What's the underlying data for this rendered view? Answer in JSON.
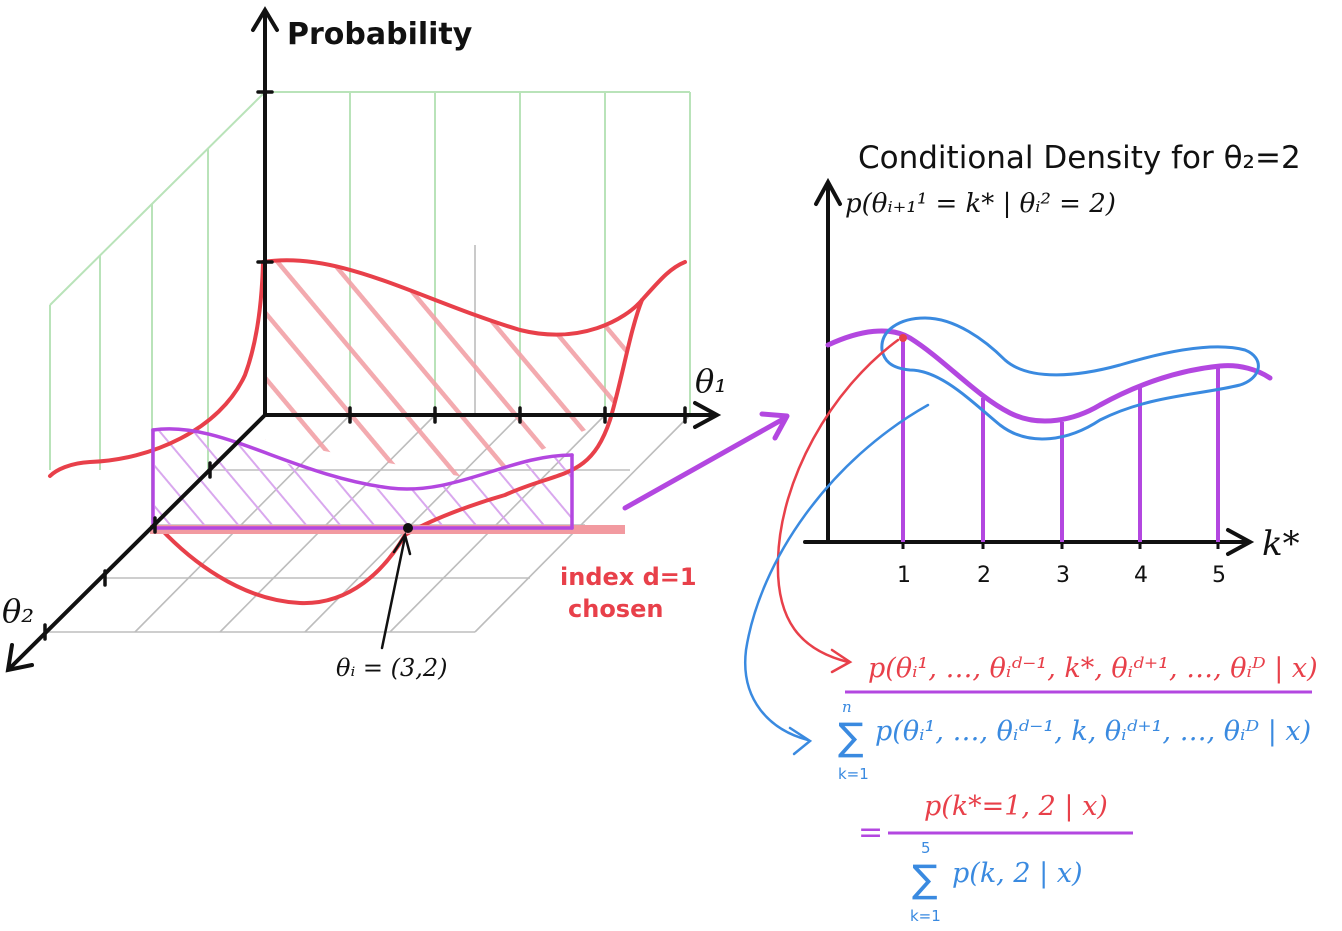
{
  "left_plot": {
    "z_axis_label": "Probability",
    "x_axis_label": "θ₁",
    "y_axis_label": "θ₂",
    "point_label": "θᵢ = (3,2)",
    "chosen_label_line1": "index d=1",
    "chosen_label_line2": "chosen"
  },
  "right_plot": {
    "title": "Conditional Density for θ₂=2",
    "y_label": "p(θᵢ₊₁¹ = k* | θᵢ² = 2)",
    "x_label": "k*",
    "tick_labels": [
      "1",
      "2",
      "3",
      "4",
      "5"
    ]
  },
  "formula": {
    "numerator": "p(θᵢ¹, …, θᵢᵈ⁻¹, k*, θᵢᵈ⁺¹, …, θᵢᴰ | x)",
    "denominator_sum_top": "n",
    "denominator_sum_bottom": "k=1",
    "denominator": "p(θᵢ¹, …, θᵢᵈ⁻¹, k, θᵢᵈ⁺¹, …, θᵢᴰ | x)",
    "equals": "=",
    "numerator2": "p(k*=1, 2 | x)",
    "denominator2_sum_top": "5",
    "denominator2_sum_bottom": "k=1",
    "denominator2": "p(k, 2 | x)"
  },
  "colors": {
    "red": "#e8404a",
    "purple": "#b347e0",
    "blue": "#3a8ae0",
    "green_grid": "#b9e3b9",
    "gray_grid": "#bdbdbd",
    "black": "#111111"
  }
}
